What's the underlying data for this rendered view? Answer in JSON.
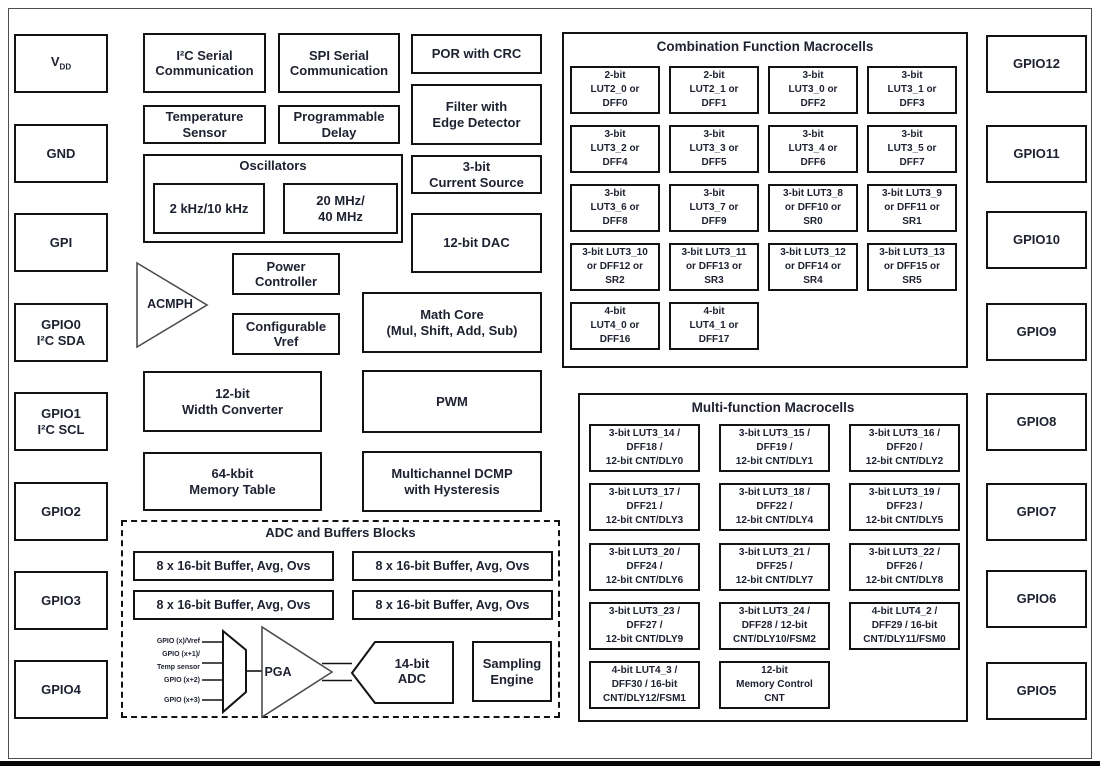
{
  "pins": {
    "left": [
      {
        "id": "vdd",
        "main": "V",
        "sub": "DD"
      },
      {
        "id": "gnd",
        "label": "GND"
      },
      {
        "id": "gpi",
        "label": "GPI"
      },
      {
        "id": "gpio0",
        "label": "GPIO0\nI²C SDA"
      },
      {
        "id": "gpio1",
        "label": "GPIO1\nI²C SCL"
      },
      {
        "id": "gpio2",
        "label": "GPIO2"
      },
      {
        "id": "gpio3",
        "label": "GPIO3"
      },
      {
        "id": "gpio4",
        "label": "GPIO4"
      }
    ],
    "right": [
      {
        "id": "gpio12",
        "label": "GPIO12"
      },
      {
        "id": "gpio11",
        "label": "GPIO11"
      },
      {
        "id": "gpio10",
        "label": "GPIO10"
      },
      {
        "id": "gpio9",
        "label": "GPIO9"
      },
      {
        "id": "gpio8",
        "label": "GPIO8"
      },
      {
        "id": "gpio7",
        "label": "GPIO7"
      },
      {
        "id": "gpio6",
        "label": "GPIO6"
      },
      {
        "id": "gpio5",
        "label": "GPIO5"
      }
    ]
  },
  "blocks": {
    "i2c": "I²C Serial\nCommunication",
    "spi": "SPI Serial\nCommunication",
    "por": "POR with CRC",
    "temperature": "Temperature\nSensor",
    "prog_delay": "Programmable\nDelay",
    "filter": "Filter with\nEdge Detector",
    "oscillators_title": "Oscillators",
    "osc_low": "2 kHz/10 kHz",
    "osc_high": "20 MHz/\n40 MHz",
    "current_source": "3-bit\nCurrent Source",
    "dac": "12-bit DAC",
    "acmph": "ACMPH",
    "power_controller": "Power\nController",
    "vref": "Configurable\nVref",
    "math_core": "Math Core\n(Mul, Shift, Add, Sub)",
    "width_converter": "12-bit\nWidth Converter",
    "pwm": "PWM",
    "memory_table": "64-kbit\nMemory Table",
    "dcmp": "Multichannel DCMP\nwith Hysteresis"
  },
  "adc_section": {
    "title": "ADC and Buffers Blocks",
    "buffers": [
      "8 x 16-bit Buffer, Avg, Ovs",
      "8 x 16-bit Buffer, Avg, Ovs",
      "8 x 16-bit Buffer, Avg, Ovs",
      "8 x 16-bit Buffer, Avg, Ovs"
    ],
    "inputs": [
      "GPIO (x)/Vref",
      "GPIO (x+1)/",
      "Temp sensor",
      "GPIO (x+2)",
      "GPIO (x+3)"
    ],
    "pga": "PGA",
    "adc": "14-bit\nADC",
    "sampling_engine": "Sampling\nEngine"
  },
  "combination_macrocells": {
    "title": "Combination Function Macrocells",
    "rows": [
      [
        "2-bit\nLUT2_0 or\nDFF0",
        "2-bit\nLUT2_1 or\nDFF1",
        "3-bit\nLUT3_0 or\nDFF2",
        "3-bit\nLUT3_1 or\nDFF3"
      ],
      [
        "3-bit\nLUT3_2 or\nDFF4",
        "3-bit\nLUT3_3 or\nDFF5",
        "3-bit\nLUT3_4 or\nDFF6",
        "3-bit\nLUT3_5 or\nDFF7"
      ],
      [
        "3-bit\nLUT3_6 or\nDFF8",
        "3-bit\nLUT3_7 or\nDFF9",
        "3-bit LUT3_8\nor DFF10 or\nSR0",
        "3-bit LUT3_9\nor DFF11 or\nSR1"
      ],
      [
        "3-bit LUT3_10\nor DFF12 or\nSR2",
        "3-bit LUT3_11\nor DFF13 or\nSR3",
        "3-bit LUT3_12\nor DFF14 or\nSR4",
        "3-bit LUT3_13\nor DFF15 or\nSR5"
      ],
      [
        "4-bit\nLUT4_0 or\nDFF16",
        "4-bit\nLUT4_1 or\nDFF17"
      ]
    ]
  },
  "multifunction_macrocells": {
    "title": "Multi-function Macrocells",
    "rows": [
      [
        "3-bit LUT3_14 /\nDFF18 /\n12-bit CNT/DLY0",
        "3-bit LUT3_15 /\nDFF19 /\n12-bit CNT/DLY1",
        "3-bit LUT3_16 /\nDFF20 /\n12-bit CNT/DLY2"
      ],
      [
        "3-bit LUT3_17 /\nDFF21 /\n12-bit CNT/DLY3",
        "3-bit LUT3_18 /\nDFF22 /\n12-bit CNT/DLY4",
        "3-bit LUT3_19 /\nDFF23 /\n12-bit CNT/DLY5"
      ],
      [
        "3-bit LUT3_20 /\nDFF24 /\n12-bit CNT/DLY6",
        "3-bit LUT3_21 /\nDFF25 /\n12-bit CNT/DLY7",
        "3-bit LUT3_22 /\nDFF26 /\n12-bit CNT/DLY8"
      ],
      [
        "3-bit LUT3_23 /\nDFF27 /\n12-bit CNT/DLY9",
        "3-bit LUT3_24 /\nDFF28 / 12-bit\nCNT/DLY10/FSM2",
        "4-bit LUT4_2 /\nDFF29 / 16-bit\nCNT/DLY11/FSM0"
      ],
      [
        "4-bit LUT4_3 /\nDFF30 / 16-bit\nCNT/DLY12/FSM1",
        "12-bit\nMemory Control\nCNT"
      ]
    ]
  },
  "colors": {
    "text": "#1d2130",
    "line": "#131313",
    "outer_border": "#4f4f4f"
  }
}
